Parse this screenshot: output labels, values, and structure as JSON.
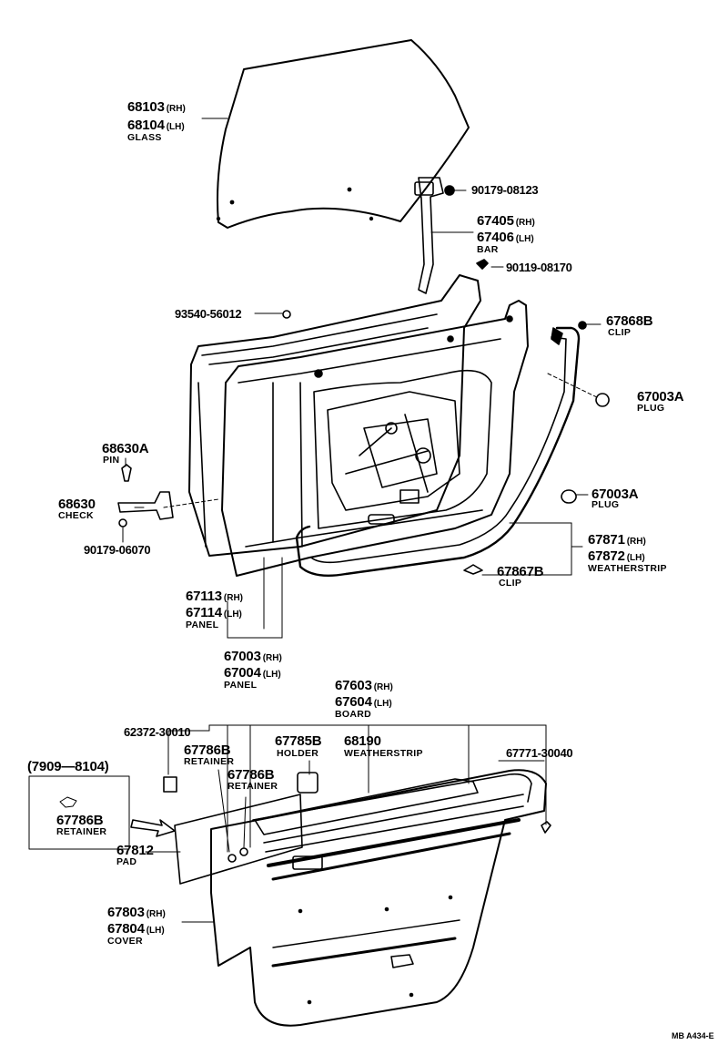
{
  "labels": {
    "glass_rh": {
      "num": "68103",
      "sfx": "(RH)"
    },
    "glass_lh": {
      "num": "68104",
      "sfx": "(LH)"
    },
    "glass_name": "GLASS",
    "bolt1": "90179-08123",
    "bar_rh": {
      "num": "67405",
      "sfx": "(RH)"
    },
    "bar_lh": {
      "num": "67406",
      "sfx": "(LH)"
    },
    "bar_name": "BAR",
    "bolt2": "90119-08170",
    "screw": "93540-56012",
    "clip1": {
      "num": "67868B",
      "name": "CLIP"
    },
    "plug1": {
      "num": "67003A",
      "name": "PLUG"
    },
    "pin": {
      "num": "68630A",
      "name": "PIN"
    },
    "check": {
      "num": "68630",
      "name": "CHECK"
    },
    "bolt3": "90179-06070",
    "plug2": {
      "num": "67003A",
      "name": "PLUG"
    },
    "ws_rh": {
      "num": "67871",
      "sfx": "(RH)"
    },
    "ws_lh": {
      "num": "67872",
      "sfx": "(LH)"
    },
    "ws_name": "WEATHERSTRIP",
    "clip2": {
      "num": "67867B",
      "name": "CLIP"
    },
    "inpanel_rh": {
      "num": "67113",
      "sfx": "(RH)"
    },
    "inpanel_lh": {
      "num": "67114",
      "sfx": "(LH)"
    },
    "inpanel_name": "PANEL",
    "panel_rh": {
      "num": "67003",
      "sfx": "(RH)"
    },
    "panel_lh": {
      "num": "67004",
      "sfx": "(LH)"
    },
    "panel_name": "PANEL",
    "board_rh": {
      "num": "67603",
      "sfx": "(RH)"
    },
    "board_lh": {
      "num": "67604",
      "sfx": "(LH)"
    },
    "board_name": "BOARD",
    "part_62372": "62372-30010",
    "ret1": {
      "num": "67786B",
      "name": "RETAINER"
    },
    "holder": {
      "num": "67785B",
      "name": "HOLDER"
    },
    "ws2": {
      "num": "68190",
      "name": "WEATHERSTRIP"
    },
    "part_67771": "67771-30040",
    "ret2": {
      "num": "67786B",
      "name": "RETAINER"
    },
    "date_range": "(7909—8104)",
    "ret3": {
      "num": "67786B",
      "name": "RETAINER"
    },
    "pad": {
      "num": "67812",
      "name": "PAD"
    },
    "cover_rh": {
      "num": "67803",
      "sfx": "(RH)"
    },
    "cover_lh": {
      "num": "67804",
      "sfx": "(LH)"
    },
    "cover_name": "COVER",
    "code": "MB  A434-E"
  }
}
